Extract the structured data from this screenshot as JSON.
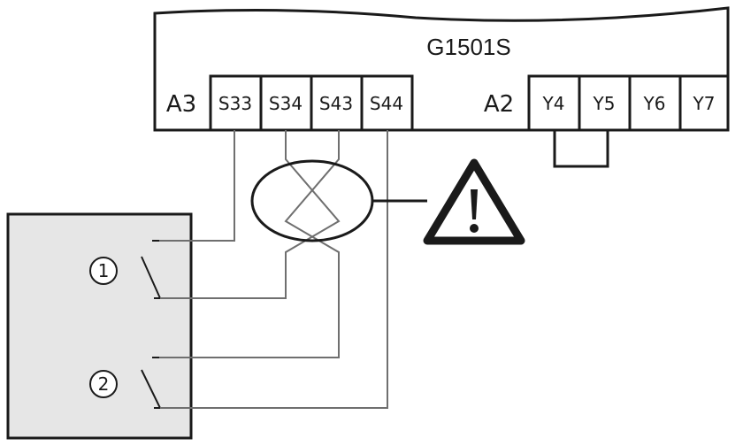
{
  "device": {
    "name": "G1501S",
    "group_a3": "A3",
    "group_a2": "A2",
    "terminals_a3": [
      "S33",
      "S34",
      "S43",
      "S44"
    ],
    "terminals_a2": [
      "Y4",
      "Y5",
      "Y6",
      "Y7"
    ]
  },
  "contacts": [
    "1",
    "2"
  ],
  "colors": {
    "line": "#1a1a1a",
    "wire": "#6f6f6f",
    "sensor_fill": "#e6e6e6"
  },
  "icons": [
    "warning-triangle-icon",
    "crossed-wires-symbol",
    "contact-switch-icon"
  ]
}
